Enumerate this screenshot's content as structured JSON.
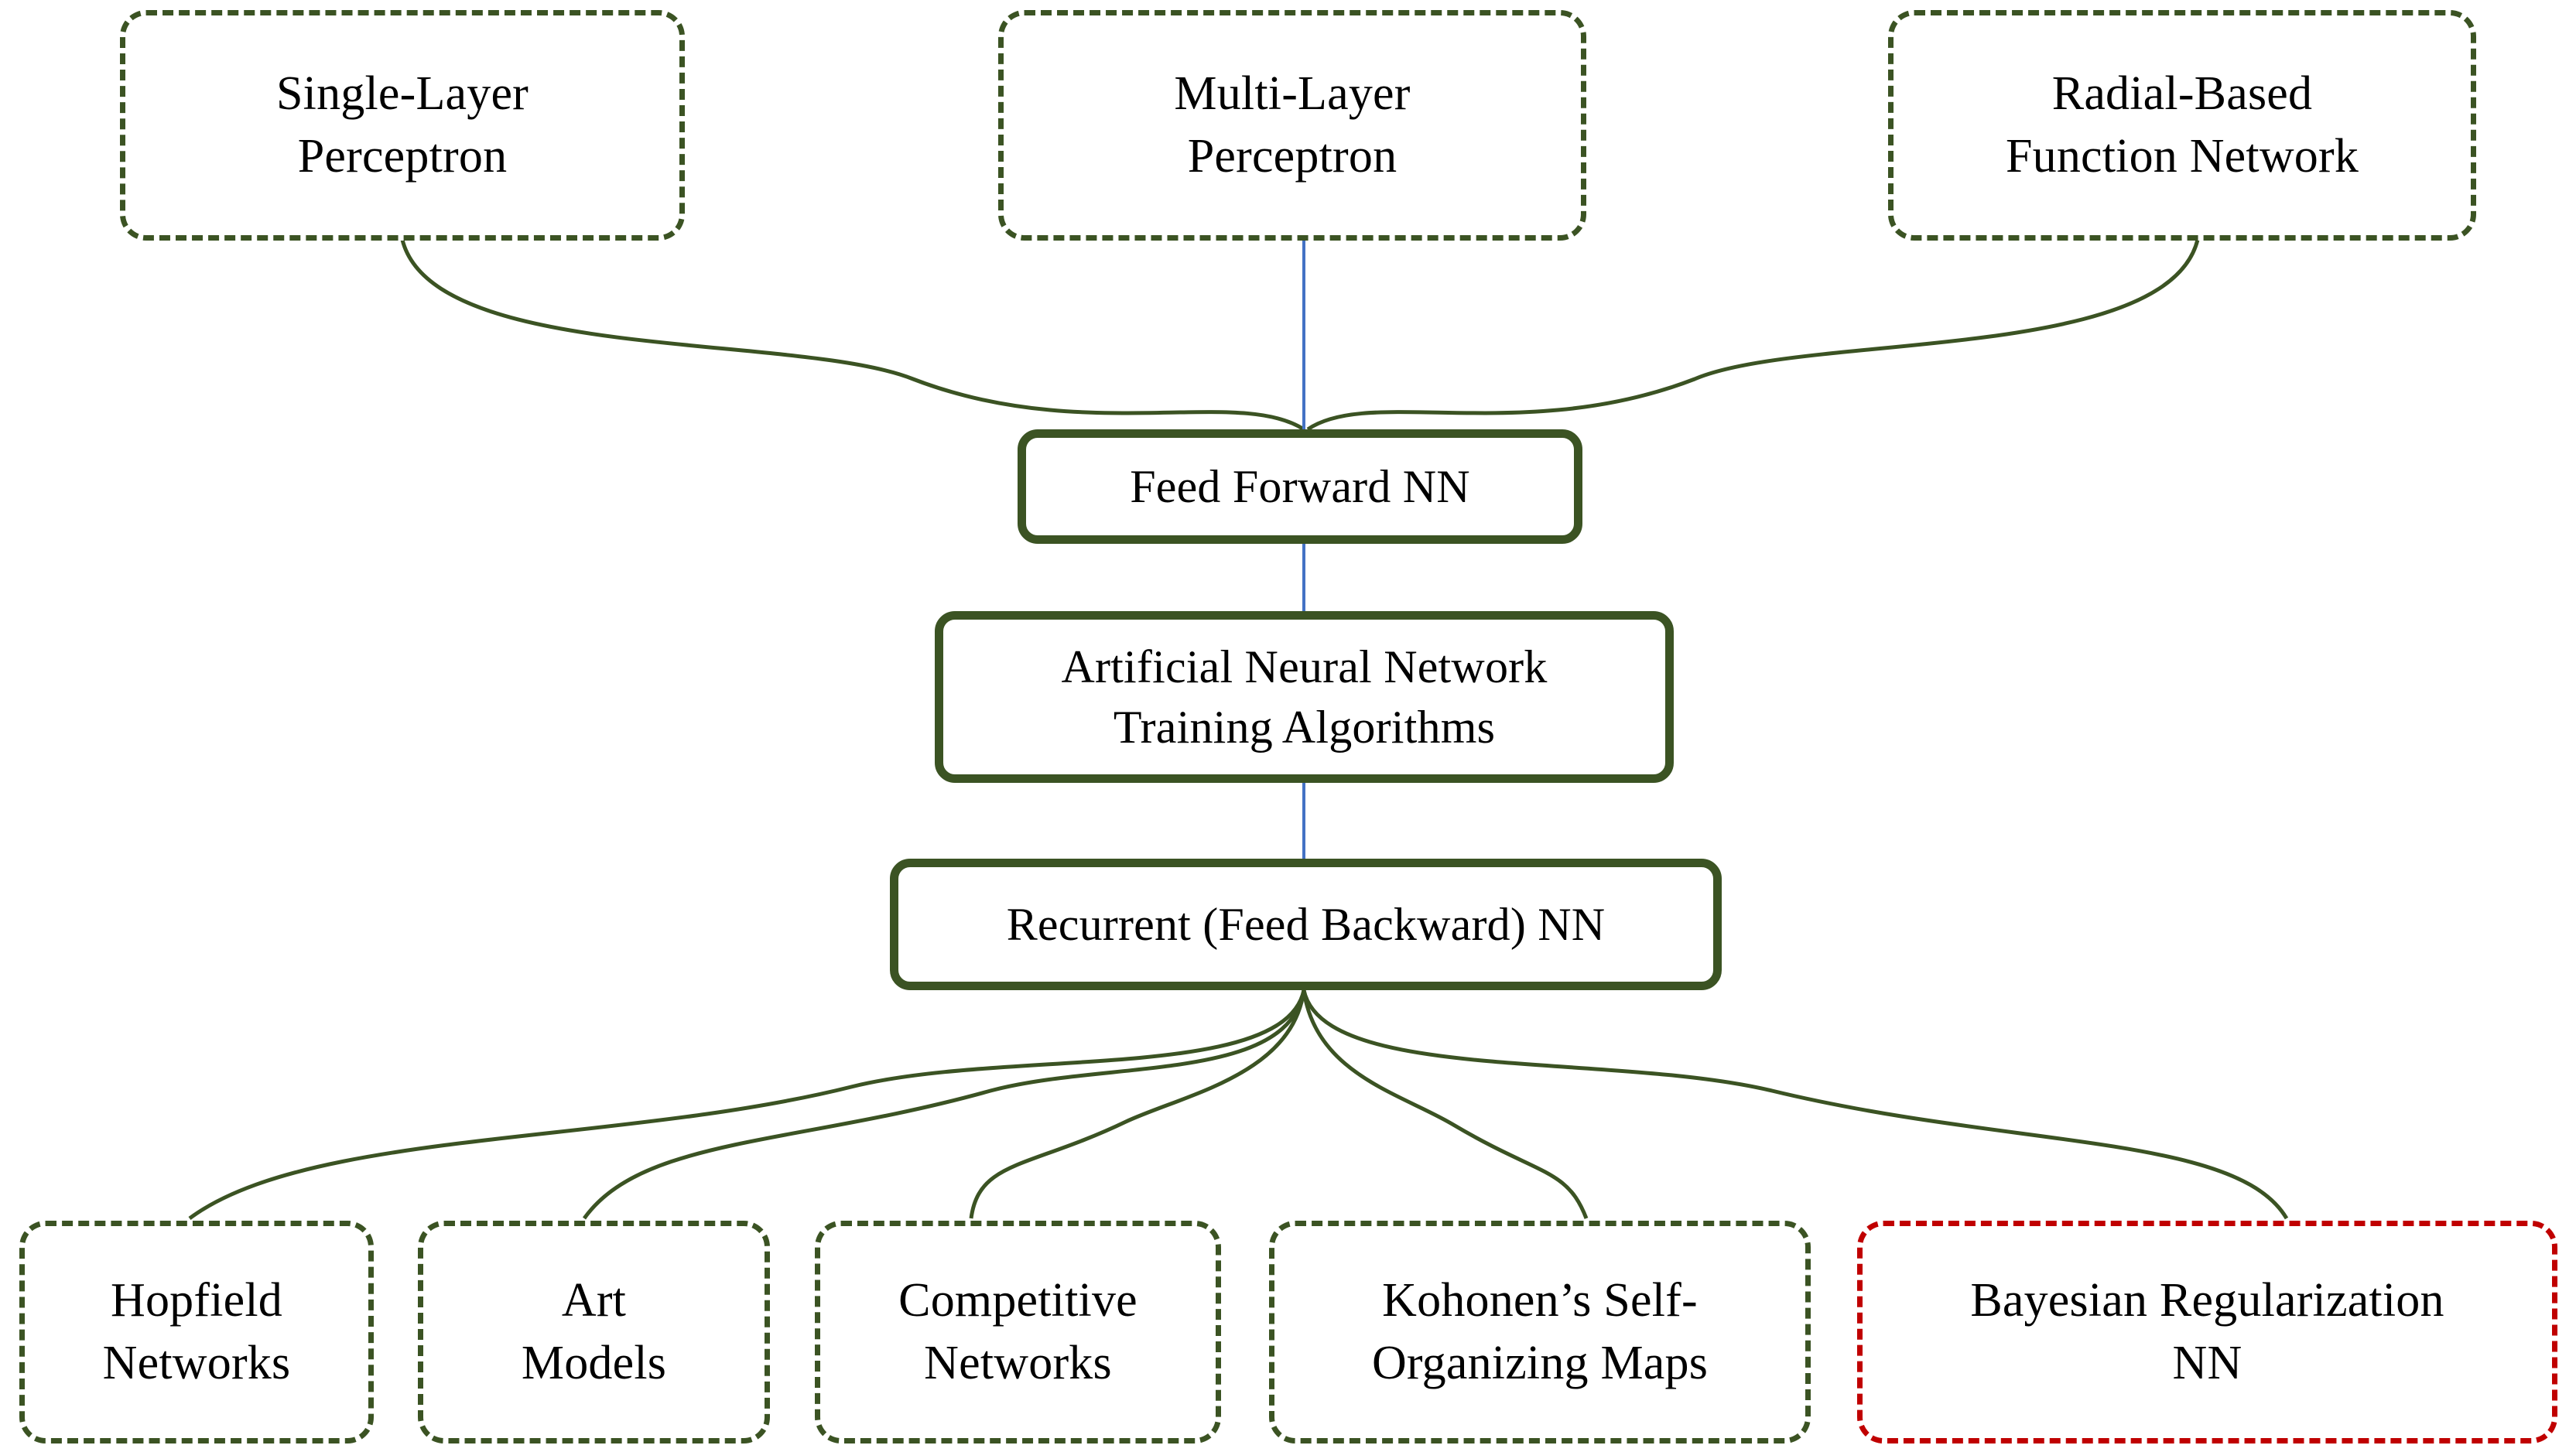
{
  "diagram": {
    "title_text_color": "#000000",
    "colors": {
      "accent_green": "#3b5323",
      "accent_red": "#c00000",
      "connector_green": "#3b5323",
      "connector_blue": "#4472c4",
      "background": "#ffffff"
    },
    "top_row": [
      {
        "id": "single-layer-perceptron",
        "label": "Single-Layer\nPerceptron",
        "border_style": "dash-dot",
        "border_color": "#3b5323"
      },
      {
        "id": "multi-layer-perceptron",
        "label": "Multi-Layer\nPerceptron",
        "border_style": "dash-dot",
        "border_color": "#3b5323"
      },
      {
        "id": "radial-based-function-network",
        "label": "Radial-Based\nFunction Network",
        "border_style": "dash-dot",
        "border_color": "#3b5323"
      }
    ],
    "core_nodes": [
      {
        "id": "feed-forward-nn",
        "label": "Feed Forward NN",
        "border_style": "solid",
        "border_color": "#3b5323"
      },
      {
        "id": "ann-training-algorithms",
        "label": "Artificial Neural Network\nTraining Algorithms",
        "border_style": "solid",
        "border_color": "#3b5323"
      },
      {
        "id": "recurrent-feed-backward-nn",
        "label": "Recurrent (Feed Backward) NN",
        "border_style": "solid",
        "border_color": "#3b5323"
      }
    ],
    "bottom_row": [
      {
        "id": "hopfield-networks",
        "label": "Hopfield\nNetworks",
        "border_style": "dash-dot",
        "border_color": "#3b5323"
      },
      {
        "id": "art-models",
        "label": "Art\nModels",
        "border_style": "dash-dot",
        "border_color": "#3b5323"
      },
      {
        "id": "competitive-networks",
        "label": "Competitive\nNetworks",
        "border_style": "dash-dot",
        "border_color": "#3b5323"
      },
      {
        "id": "kohonens-self-organizing-maps",
        "label": "Kohonen’s Self-\nOrganizing Maps",
        "border_style": "dash-dot",
        "border_color": "#3b5323"
      },
      {
        "id": "bayesian-regularization-nn",
        "label": "Bayesian Regularization\nNN",
        "border_style": "dash-dot",
        "border_color": "#c00000"
      }
    ],
    "edges": [
      {
        "from": "single-layer-perceptron",
        "to": "feed-forward-nn",
        "color": "#3b5323",
        "style": "curve"
      },
      {
        "from": "multi-layer-perceptron",
        "to": "feed-forward-nn",
        "color": "#4472c4",
        "style": "straight"
      },
      {
        "from": "radial-based-function-network",
        "to": "feed-forward-nn",
        "color": "#3b5323",
        "style": "curve"
      },
      {
        "from": "feed-forward-nn",
        "to": "ann-training-algorithms",
        "color": "#4472c4",
        "style": "straight"
      },
      {
        "from": "ann-training-algorithms",
        "to": "recurrent-feed-backward-nn",
        "color": "#4472c4",
        "style": "straight"
      },
      {
        "from": "recurrent-feed-backward-nn",
        "to": "hopfield-networks",
        "color": "#3b5323",
        "style": "curve"
      },
      {
        "from": "recurrent-feed-backward-nn",
        "to": "art-models",
        "color": "#3b5323",
        "style": "curve"
      },
      {
        "from": "recurrent-feed-backward-nn",
        "to": "competitive-networks",
        "color": "#3b5323",
        "style": "curve"
      },
      {
        "from": "recurrent-feed-backward-nn",
        "to": "kohonens-self-organizing-maps",
        "color": "#3b5323",
        "style": "curve"
      },
      {
        "from": "recurrent-feed-backward-nn",
        "to": "bayesian-regularization-nn",
        "color": "#3b5323",
        "style": "curve"
      }
    ]
  }
}
